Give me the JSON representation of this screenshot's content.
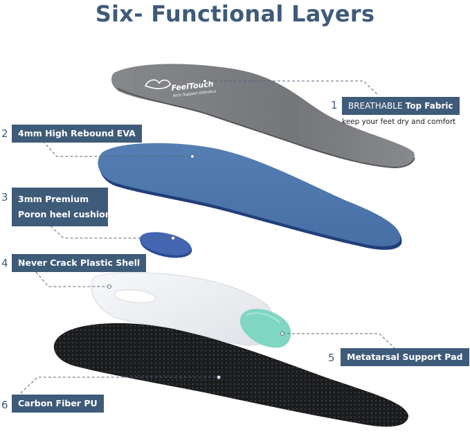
{
  "title": "Six- Functional Layers",
  "layers": [
    {
      "number": "1",
      "label_bold_prefix": "BREATHABLE",
      "label_rest": " Top Fabric",
      "sub": "keep your feet dry and comfort"
    },
    {
      "number": "2",
      "label": "4mm High Rebound EVA"
    },
    {
      "number": "3",
      "label_line1": "3mm Premium",
      "label_line2": "Poron heel cushion"
    },
    {
      "number": "4",
      "label": "Never Crack Plastic Shell"
    },
    {
      "number": "5",
      "label": "Metatarsal Support Pad"
    },
    {
      "number": "6",
      "label": "Carbon Fiber PU"
    }
  ],
  "logo": {
    "brand": "FeelTouch",
    "tagline": "Arch Support Orthotics"
  },
  "colors": {
    "accent": "#3f5b7a",
    "top_fabric": "#7b7d80",
    "eva": "#4d78ad",
    "poron": "#3f5fa6",
    "shell": "#eef0f3",
    "met_pad": "#7fd6c3",
    "carbon": "#1c1d1f"
  }
}
